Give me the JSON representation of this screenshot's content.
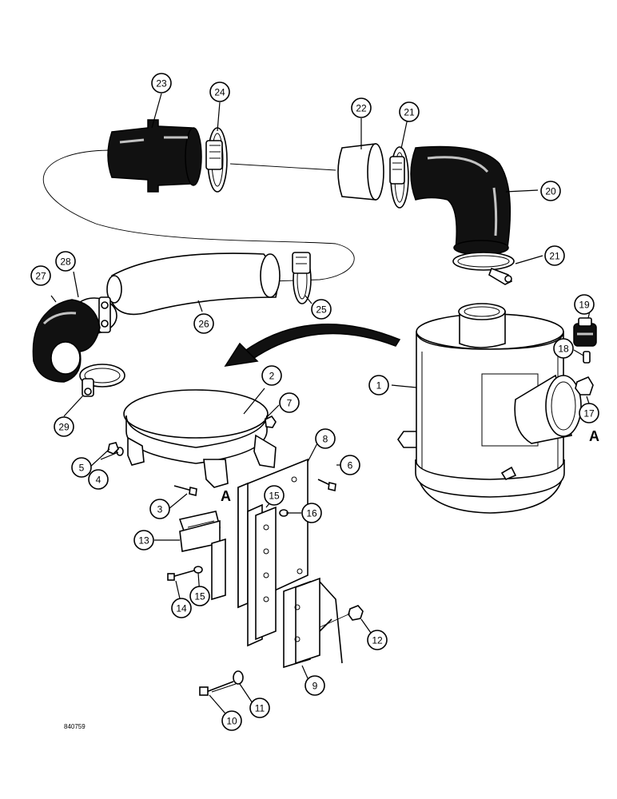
{
  "figure_id": "840759",
  "view_marker": "A",
  "callouts": [
    {
      "n": "1"
    },
    {
      "n": "2"
    },
    {
      "n": "3"
    },
    {
      "n": "4"
    },
    {
      "n": "5"
    },
    {
      "n": "6"
    },
    {
      "n": "7"
    },
    {
      "n": "8"
    },
    {
      "n": "9"
    },
    {
      "n": "10"
    },
    {
      "n": "11"
    },
    {
      "n": "12"
    },
    {
      "n": "13"
    },
    {
      "n": "14"
    },
    {
      "n": "15"
    },
    {
      "n": "15"
    },
    {
      "n": "16"
    },
    {
      "n": "17"
    },
    {
      "n": "18"
    },
    {
      "n": "19"
    },
    {
      "n": "20"
    },
    {
      "n": "21"
    },
    {
      "n": "21"
    },
    {
      "n": "22"
    },
    {
      "n": "23"
    },
    {
      "n": "24"
    },
    {
      "n": "25"
    },
    {
      "n": "26"
    },
    {
      "n": "27"
    },
    {
      "n": "28"
    },
    {
      "n": "29"
    }
  ]
}
